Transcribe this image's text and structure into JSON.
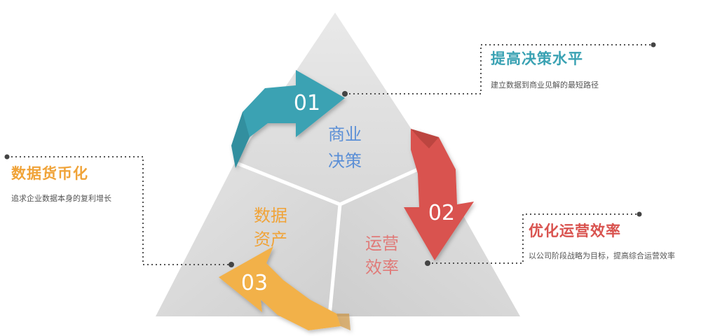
{
  "segments": [
    {
      "label_line1": "商业",
      "label_line2": "决策",
      "color": "#5b8fd6"
    },
    {
      "label_line1": "运营",
      "label_line2": "效率",
      "color": "#e07a78"
    },
    {
      "label_line1": "数据",
      "label_line2": "资产",
      "color": "#f0a338"
    }
  ],
  "arrows": [
    {
      "number": "01",
      "color": "#3aa2b3"
    },
    {
      "number": "02",
      "color": "#d9534f"
    },
    {
      "number": "03",
      "color": "#f2b14a"
    }
  ],
  "callouts": [
    {
      "title": "提高决策水平",
      "description": "建立数据到商业见解的最短路径",
      "color": "#3aa2b3"
    },
    {
      "title": "优化运营效率",
      "description": "以公司阶段战略为目标，提高综合运营效率",
      "color": "#d9534f"
    },
    {
      "title": "数据货币化",
      "description": "追求企业数据本身的复利增长",
      "color": "#f0a338"
    }
  ]
}
